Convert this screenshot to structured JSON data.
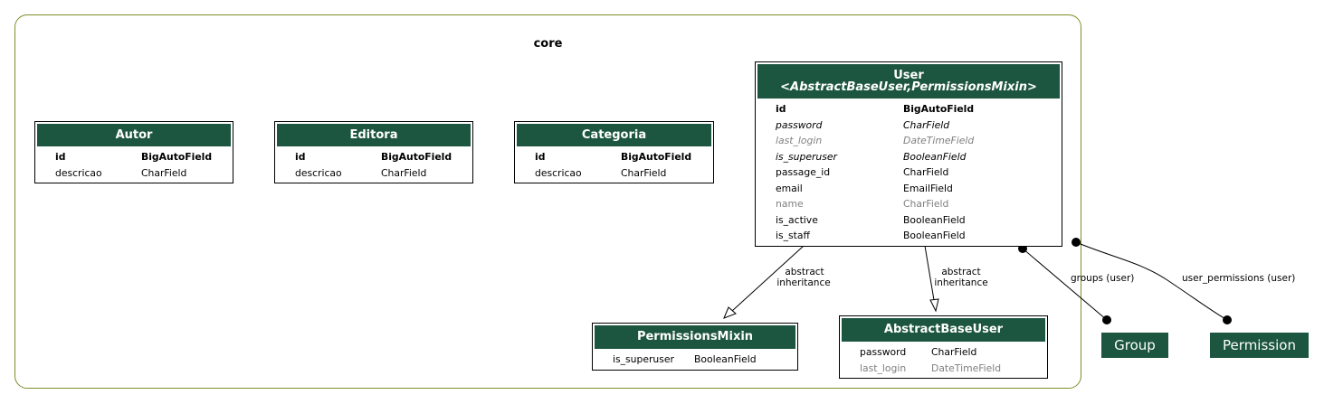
{
  "cluster": {
    "label": "core"
  },
  "models": {
    "autor": {
      "title": "Autor",
      "fields": [
        {
          "name": "id",
          "type": "BigAutoField",
          "style": "bold"
        },
        {
          "name": "descricao",
          "type": "CharField",
          "style": "normal"
        }
      ]
    },
    "editora": {
      "title": "Editora",
      "fields": [
        {
          "name": "id",
          "type": "BigAutoField",
          "style": "bold"
        },
        {
          "name": "descricao",
          "type": "CharField",
          "style": "normal"
        }
      ]
    },
    "categoria": {
      "title": "Categoria",
      "fields": [
        {
          "name": "id",
          "type": "BigAutoField",
          "style": "bold"
        },
        {
          "name": "descricao",
          "type": "CharField",
          "style": "normal"
        }
      ]
    },
    "user": {
      "title": "User",
      "subtitle": "<AbstractBaseUser,PermissionsMixin>",
      "fields": [
        {
          "name": "id",
          "type": "BigAutoField",
          "style": "bold"
        },
        {
          "name": "password",
          "type": "CharField",
          "style": "italic"
        },
        {
          "name": "last_login",
          "type": "DateTimeField",
          "style": "gray-italic"
        },
        {
          "name": "is_superuser",
          "type": "BooleanField",
          "style": "italic"
        },
        {
          "name": "passage_id",
          "type": "CharField",
          "style": "normal"
        },
        {
          "name": "email",
          "type": "EmailField",
          "style": "normal"
        },
        {
          "name": "name",
          "type": "CharField",
          "style": "gray"
        },
        {
          "name": "is_active",
          "type": "BooleanField",
          "style": "normal"
        },
        {
          "name": "is_staff",
          "type": "BooleanField",
          "style": "normal"
        }
      ]
    },
    "permissionsmixin": {
      "title": "PermissionsMixin",
      "fields": [
        {
          "name": "is_superuser",
          "type": "BooleanField",
          "style": "normal"
        }
      ]
    },
    "abstractbaseuser": {
      "title": "AbstractBaseUser",
      "fields": [
        {
          "name": "password",
          "type": "CharField",
          "style": "normal"
        },
        {
          "name": "last_login",
          "type": "DateTimeField",
          "style": "gray"
        }
      ]
    }
  },
  "external": {
    "group": "Group",
    "permission": "Permission"
  },
  "edges": {
    "inherit_label_1": "abstract",
    "inherit_label_2": "inheritance",
    "groups_label": "groups (user)",
    "user_permissions_label": "user_permissions (user)"
  },
  "colors": {
    "header": "#1d5640",
    "cluster_border": "#7a8f2a"
  }
}
